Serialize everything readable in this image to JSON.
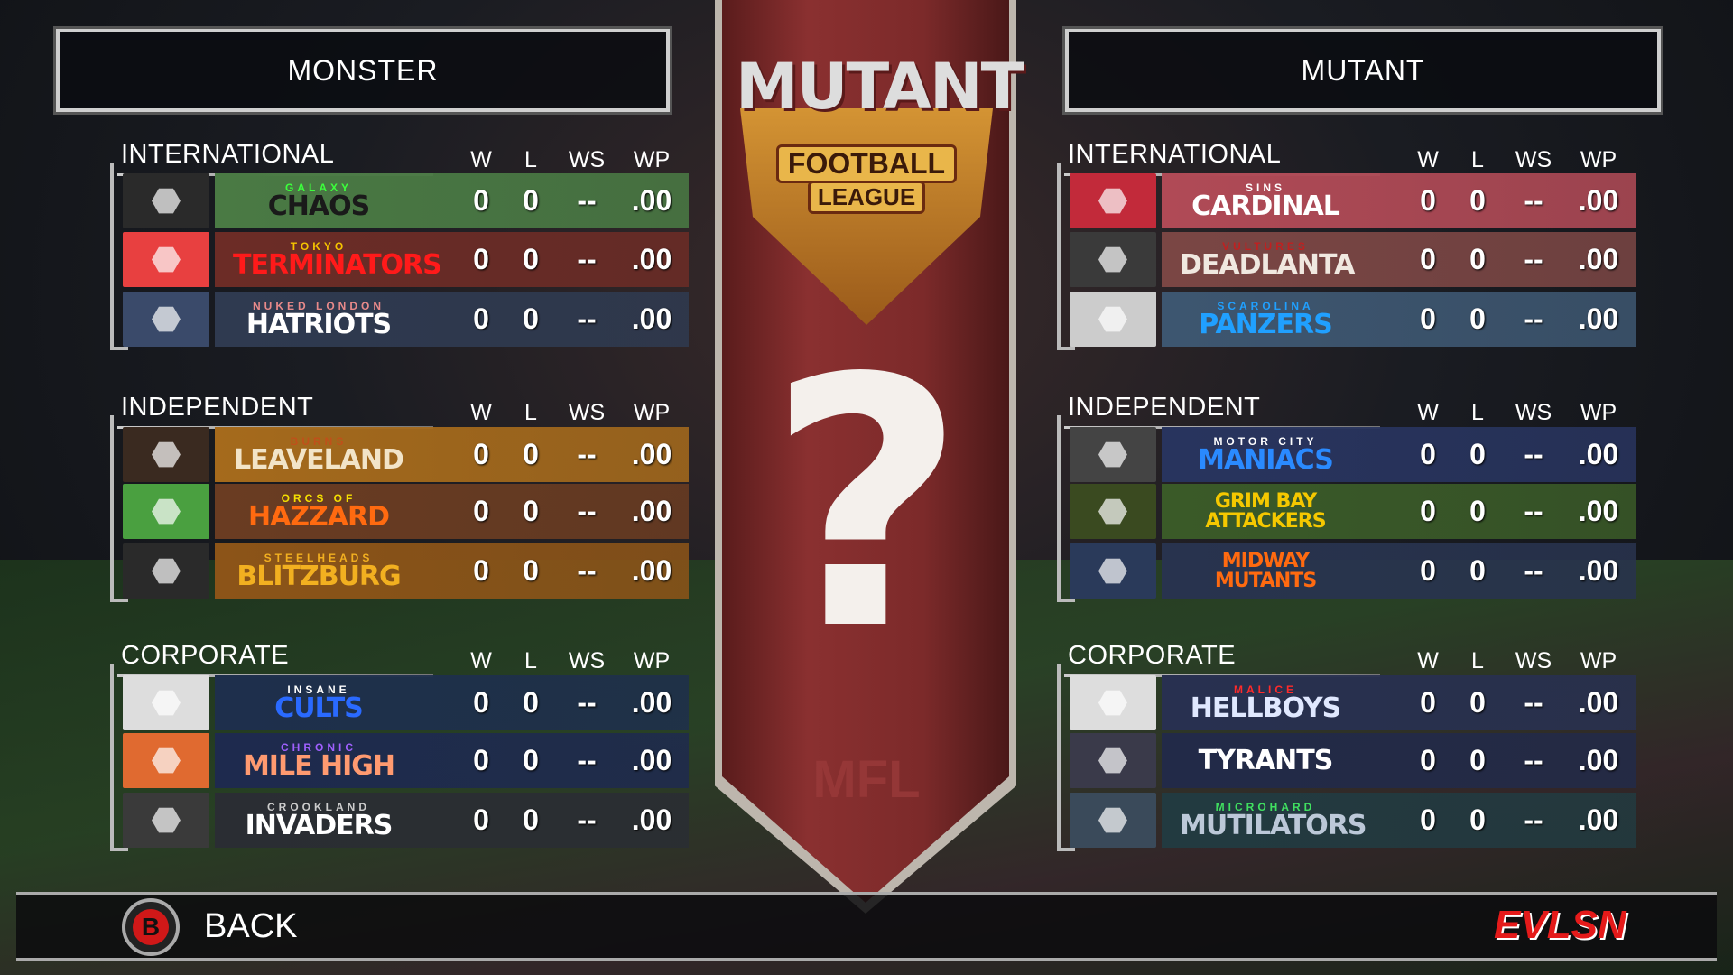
{
  "conferences": [
    {
      "title": "MONSTER",
      "divisions": [
        {
          "name": "INTERNATIONAL",
          "teams": [
            {
              "sub": "GALAXY",
              "main": "CHAOS",
              "w": "0",
              "l": "0",
              "ws": "--",
              "wp": ".00",
              "bg": "#4a7a44",
              "logo_bg": "#2a2a2a",
              "fg": "#1a1a1a",
              "sub_fg": "#3cff3c",
              "icon": "alien-icon"
            },
            {
              "sub": "TOKYO",
              "main": "TERMINATORS",
              "w": "0",
              "l": "0",
              "ws": "--",
              "wp": ".00",
              "bg": "#6c2c26",
              "logo_bg": "#e84040",
              "fg": "#ff1a1a",
              "sub_fg": "#f5c400",
              "icon": "robot-skull-icon"
            },
            {
              "sub": "NUKED LONDON",
              "main": "HATRIOTS",
              "w": "0",
              "l": "0",
              "ws": "--",
              "wp": ".00",
              "bg": "#2f3a50",
              "logo_bg": "#3a4a6a",
              "fg": "#ffffff",
              "sub_fg": "#e88a8a",
              "icon": "hatriot-head-icon"
            }
          ]
        },
        {
          "name": "INDEPENDENT",
          "teams": [
            {
              "sub": "BURNS",
              "main": "LEAVELAND",
              "w": "0",
              "l": "0",
              "ws": "--",
              "wp": ".00",
              "bg": "#a56a1c",
              "logo_bg": "#3a2a20",
              "fg": "#f2e4c8",
              "sub_fg": "#c0501a",
              "icon": "flaming-skull-icon"
            },
            {
              "sub": "ORCS OF",
              "main": "HAZZARD",
              "w": "0",
              "l": "0",
              "ws": "--",
              "wp": ".00",
              "bg": "#6a3c22",
              "logo_bg": "#4aa040",
              "fg": "#ff6a10",
              "sub_fg": "#f5e000",
              "icon": "orc-icon"
            },
            {
              "sub": "STEELHEADS",
              "main": "BLITZBURG",
              "w": "0",
              "l": "0",
              "ws": "--",
              "wp": ".00",
              "bg": "#8c5418",
              "logo_bg": "#2a2a2a",
              "fg": "#f2b020",
              "sub_fg": "#f2b020",
              "icon": "steelhead-icon"
            }
          ]
        },
        {
          "name": "CORPORATE",
          "teams": [
            {
              "sub": "INSANE",
              "main": "CULTS",
              "w": "0",
              "l": "0",
              "ws": "--",
              "wp": ".00",
              "bg": "#1e2f4c",
              "logo_bg": "#ddd",
              "fg": "#2a6aff",
              "sub_fg": "#ffffff",
              "icon": "cultist-icon"
            },
            {
              "sub": "CHRONIC",
              "main": "MILE HIGH",
              "w": "0",
              "l": "0",
              "ws": "--",
              "wp": ".00",
              "bg": "#1e2a4e",
              "logo_bg": "#e06a30",
              "fg": "#ff9a70",
              "sub_fg": "#a060ff",
              "icon": "eyeball-wings-icon"
            },
            {
              "sub": "CROOKLAND",
              "main": "INVADERS",
              "w": "0",
              "l": "0",
              "ws": "--",
              "wp": ".00",
              "bg": "#2a2d33",
              "logo_bg": "#3a3a3a",
              "fg": "#ffffff",
              "sub_fg": "#cccccc",
              "icon": "pirate-skull-icon"
            }
          ]
        }
      ]
    },
    {
      "title": "MUTANT",
      "divisions": [
        {
          "name": "INTERNATIONAL",
          "teams": [
            {
              "sub": "SINS",
              "main": "CARDINAL",
              "w": "0",
              "l": "0",
              "ws": "--",
              "wp": ".00",
              "bg": "#b04a56",
              "logo_bg": "#c22a3a",
              "fg": "#ffffff",
              "sub_fg": "#ffffff",
              "icon": "cardinal-icon"
            },
            {
              "sub": "VULTURES",
              "main": "DEADLANTA",
              "w": "0",
              "l": "0",
              "ws": "--",
              "wp": ".00",
              "bg": "#7a4644",
              "logo_bg": "#3a3a3a",
              "fg": "#f0e8e0",
              "sub_fg": "#c02020",
              "icon": "vulture-icon"
            },
            {
              "sub": "SCAROLINA",
              "main": "PANZERS",
              "w": "0",
              "l": "0",
              "ws": "--",
              "wp": ".00",
              "bg": "#3d5670",
              "logo_bg": "#cccccc",
              "fg": "#20a0ff",
              "sub_fg": "#20a0ff",
              "icon": "tank-icon"
            }
          ]
        },
        {
          "name": "INDEPENDENT",
          "teams": [
            {
              "sub": "MOTOR CITY",
              "main": "MANIACS",
              "w": "0",
              "l": "0",
              "ws": "--",
              "wp": ".00",
              "bg": "#28345e",
              "logo_bg": "#444",
              "fg": "#2a8aff",
              "sub_fg": "#ffffff",
              "icon": "maniac-skull-icon"
            },
            {
              "sub": "",
              "main": "GRIM BAY ATTACKERS",
              "w": "0",
              "l": "0",
              "ws": "--",
              "wp": ".00",
              "bg": "#3a5a28",
              "logo_bg": "#3a4a20",
              "fg": "#f5c800",
              "sub_fg": "#f5c800",
              "icon": "radiation-icon"
            },
            {
              "sub": "",
              "main": "MIDWAY MUTANTS",
              "w": "0",
              "l": "0",
              "ws": "--",
              "wp": ".00",
              "bg": "#28334e",
              "logo_bg": "#2a3a5a",
              "fg": "#ff6a10",
              "sub_fg": "#ff6a10",
              "icon": "biohazard-icon"
            }
          ]
        },
        {
          "name": "CORPORATE",
          "teams": [
            {
              "sub": "MALICE",
              "main": "HELLBOYS",
              "w": "0",
              "l": "0",
              "ws": "--",
              "wp": ".00",
              "bg": "#283050",
              "logo_bg": "#ddd",
              "fg": "#e0e8ff",
              "sub_fg": "#ff2a2a",
              "icon": "demon-icon"
            },
            {
              "sub": "",
              "main": "TYRANTS",
              "w": "0",
              "l": "0",
              "ws": "--",
              "wp": ".00",
              "bg": "#222a48",
              "logo_bg": "#3a3a4a",
              "fg": "#ffffff",
              "sub_fg": "#ff2a2a",
              "icon": "tyrant-icon"
            },
            {
              "sub": "MICROHARD",
              "main": "MUTILATORS",
              "w": "0",
              "l": "0",
              "ws": "--",
              "wp": ".00",
              "bg": "#223a40",
              "logo_bg": "#3a4a5a",
              "fg": "#bcc8d8",
              "sub_fg": "#40e060",
              "icon": "dragon-icon"
            }
          ]
        }
      ]
    }
  ],
  "columns": {
    "w": "W",
    "l": "L",
    "ws": "WS",
    "wp": "WP"
  },
  "center": {
    "logo_top": "MUTANT",
    "logo_mid": "FOOTBALL",
    "logo_bottom": "LEAGUE",
    "mystery": "?",
    "emblem": "MFL"
  },
  "footer": {
    "back_key": "B",
    "back_label": "BACK",
    "brand": "EVLSN"
  }
}
